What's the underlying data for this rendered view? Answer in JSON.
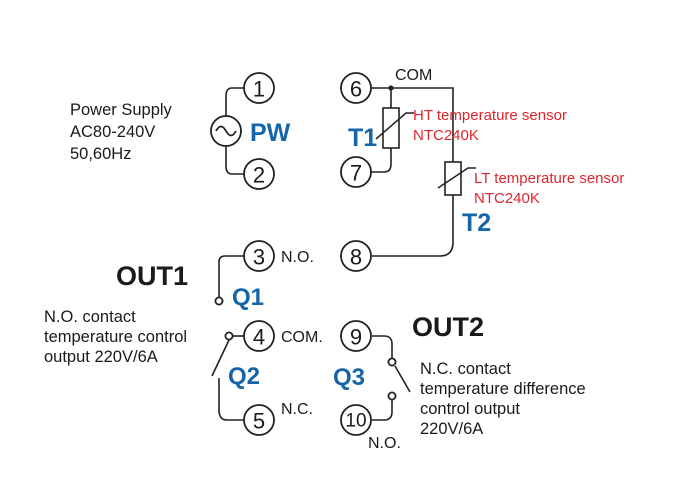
{
  "power": {
    "label_line1": "Power Supply",
    "label_line2": "AC80-240V",
    "label_line3": "50,60Hz",
    "tag": "PW"
  },
  "terminals": [
    "1",
    "2",
    "3",
    "4",
    "5",
    "6",
    "7",
    "8",
    "9",
    "10"
  ],
  "com_label": "COM",
  "sensors": {
    "t1_tag": "T1",
    "t1_line1": "HT temperature sensor",
    "t1_line2": "NTC240K",
    "t2_tag": "T2",
    "t2_line1": "LT temperature sensor",
    "t2_line2": "NTC240K"
  },
  "out1": {
    "title": "OUT1",
    "no_label": "N.O.",
    "com_label": "COM.",
    "nc_label": "N.C.",
    "q1": "Q1",
    "q2": "Q2",
    "desc_line1": "N.O. contact",
    "desc_line2": "temperature control",
    "desc_line3": "output 220V/6A"
  },
  "out2": {
    "title": "OUT2",
    "q3": "Q3",
    "no_label": "N.O.",
    "desc_line1": "N.C. contact",
    "desc_line2": "temperature difference",
    "desc_line3": "control output",
    "desc_line4": "220V/6A"
  },
  "colors": {
    "accent_blue": "#1565a8",
    "sensor_red": "#e0252d",
    "line": "#222222"
  }
}
